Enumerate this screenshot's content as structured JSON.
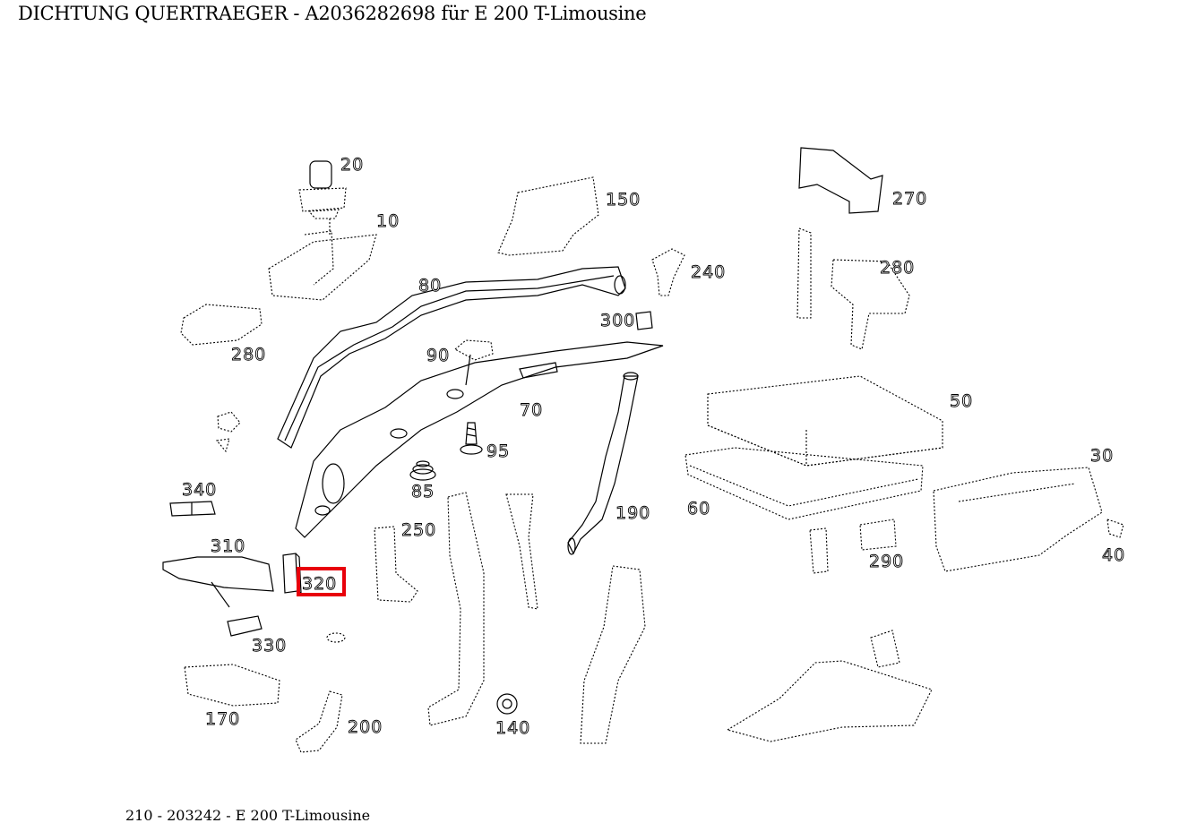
{
  "title": "DICHTUNG QUERTRAEGER - A2036282698 für E 200 T-Limousine",
  "footer": "210 - 203242 - E 200 T-Limousine",
  "highlight_color": "#e8000b",
  "highlighted_callout": "320",
  "callouts": {
    "c10": "10",
    "c20": "20",
    "c30": "30",
    "c40": "40",
    "c50": "50",
    "c60": "60",
    "c70": "70",
    "c80": "80",
    "c85": "85",
    "c90": "90",
    "c95": "95",
    "c140": "140",
    "c150": "150",
    "c170": "170",
    "c190": "190",
    "c200": "200",
    "c240": "240",
    "c250": "250",
    "c270": "270",
    "c280": "280",
    "c290": "290",
    "c300": "300",
    "c310": "310",
    "c320": "320",
    "c330": "330",
    "c340": "340"
  }
}
